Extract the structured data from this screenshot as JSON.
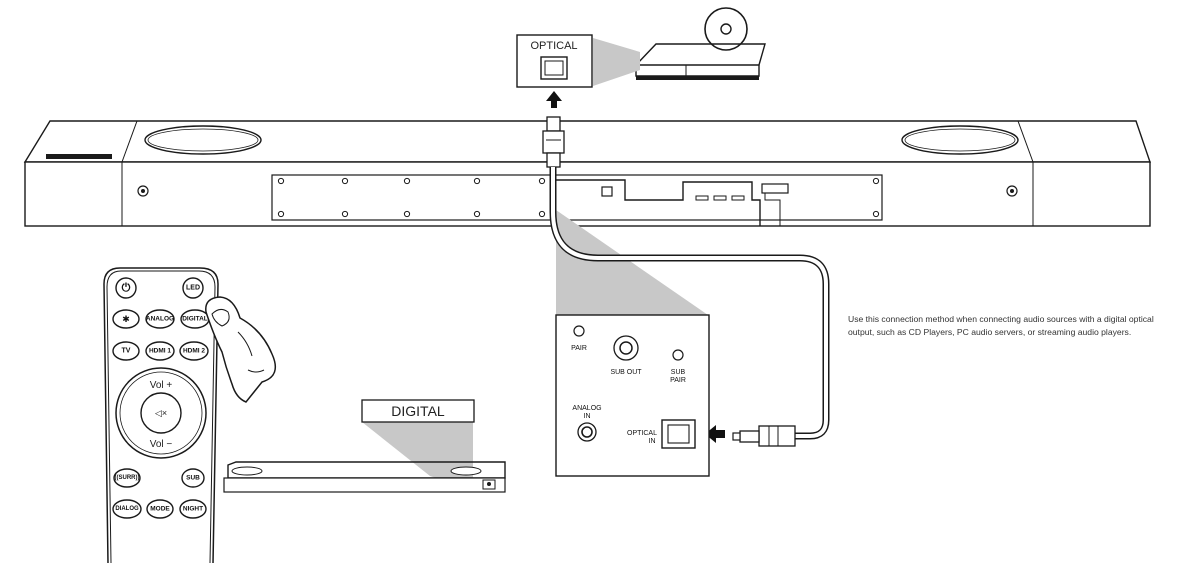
{
  "labels": {
    "optical_box": "OPTICAL",
    "digital_box": "DIGITAL",
    "pair": "PAIR",
    "sub_out": "SUB OUT",
    "sub_pair_1": "SUB",
    "sub_pair_2": "PAIR",
    "analog_in_1": "ANALOG",
    "analog_in_2": "IN",
    "optical_in_1": "OPTICAL",
    "optical_in_2": "IN"
  },
  "remote": {
    "power": "⏻",
    "led": "LED",
    "bluetooth": "✱",
    "analog": "ANALOG",
    "digital": "DIGITAL",
    "tv": "TV",
    "hdmi1": "HDMI 1",
    "hdmi2": "HDMI 2",
    "vol_up": "Vol +",
    "mute": "◁×",
    "vol_down": "Vol −",
    "surr": "((SURR))",
    "sub": "SUB",
    "dialog": "DIALOG",
    "mode": "MODE",
    "night": "NIGHT"
  },
  "caption": "Use this connection method when connecting audio sources with a digital optical output, such as CD Players, PC audio servers, or streaming audio players.",
  "icons": [
    "disc-icon",
    "cd-player-icon",
    "optical-port-icon",
    "arrow-up-icon",
    "arrow-left-icon",
    "finger-icon"
  ]
}
